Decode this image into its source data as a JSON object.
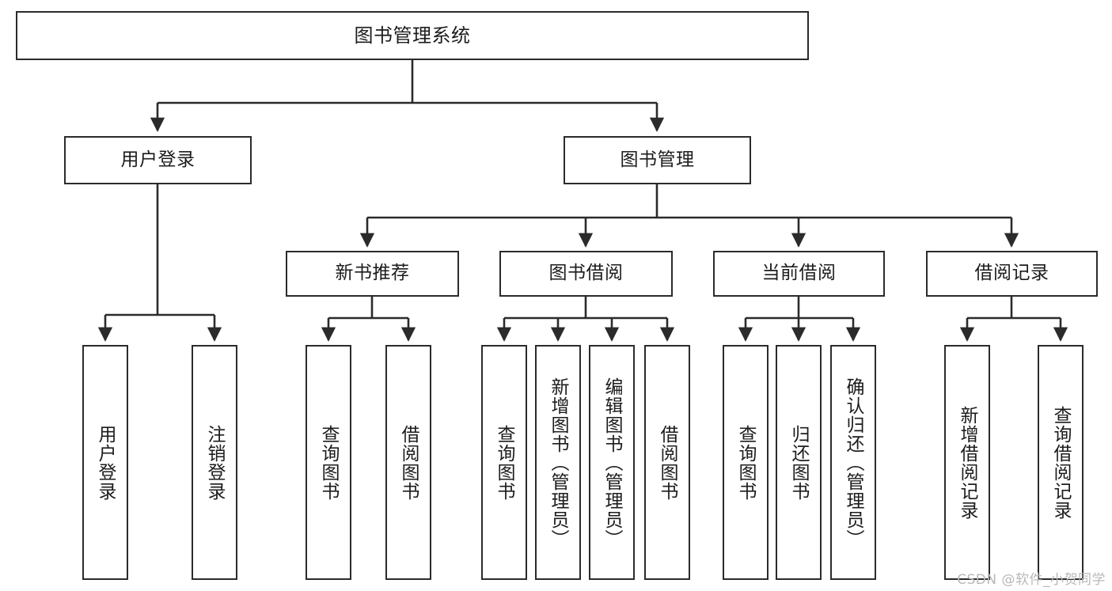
{
  "diagram": {
    "type": "tree-hierarchy-flowchart",
    "title": "图书管理系统",
    "style": {
      "box_border_color": "#2b2b2b",
      "box_fill_color": "#ffffff",
      "connector_color": "#2b2b2b",
      "background": "#ffffff",
      "text_color": "#1c1c1c"
    },
    "levels": {
      "level1": [
        {
          "id": "root",
          "label": "图书管理系统"
        }
      ],
      "level2": [
        {
          "id": "user-login",
          "label": "用户登录"
        },
        {
          "id": "book-manage",
          "label": "图书管理"
        }
      ],
      "level3": [
        {
          "id": "new-book-rec",
          "label": "新书推荐"
        },
        {
          "id": "book-borrow",
          "label": "图书借阅"
        },
        {
          "id": "current-borrow",
          "label": "当前借阅"
        },
        {
          "id": "borrow-record",
          "label": "借阅记录"
        }
      ],
      "level4": [
        {
          "id": "leaf-user-login",
          "label": "用户登录",
          "parent": "user-login"
        },
        {
          "id": "leaf-user-logout",
          "label": "注销登录",
          "parent": "user-login"
        },
        {
          "id": "leaf-query-book-1",
          "label": "查询图书",
          "parent": "new-book-rec"
        },
        {
          "id": "leaf-borrow-book-1",
          "label": "借阅图书",
          "parent": "new-book-rec"
        },
        {
          "id": "leaf-query-book-2",
          "label": "查询图书",
          "parent": "book-borrow"
        },
        {
          "id": "leaf-add-book",
          "label": "新增图书（管理员）",
          "parent": "book-borrow"
        },
        {
          "id": "leaf-edit-book",
          "label": "编辑图书（管理员）",
          "parent": "book-borrow"
        },
        {
          "id": "leaf-borrow-book-2",
          "label": "借阅图书",
          "parent": "book-borrow"
        },
        {
          "id": "leaf-query-book-3",
          "label": "查询图书",
          "parent": "current-borrow"
        },
        {
          "id": "leaf-return-book",
          "label": "归还图书",
          "parent": "current-borrow"
        },
        {
          "id": "leaf-confirm-return",
          "label": "确认归还（管理员）",
          "parent": "current-borrow"
        },
        {
          "id": "leaf-add-record",
          "label": "新增借阅记录",
          "parent": "borrow-record"
        },
        {
          "id": "leaf-query-record",
          "label": "查询借阅记录",
          "parent": "borrow-record"
        }
      ]
    },
    "edges": [
      {
        "from": "root",
        "to": "user-login"
      },
      {
        "from": "root",
        "to": "book-manage"
      },
      {
        "from": "user-login",
        "to": "leaf-user-login"
      },
      {
        "from": "user-login",
        "to": "leaf-user-logout"
      },
      {
        "from": "book-manage",
        "to": "new-book-rec"
      },
      {
        "from": "book-manage",
        "to": "book-borrow"
      },
      {
        "from": "book-manage",
        "to": "current-borrow"
      },
      {
        "from": "book-manage",
        "to": "borrow-record"
      },
      {
        "from": "new-book-rec",
        "to": "leaf-query-book-1"
      },
      {
        "from": "new-book-rec",
        "to": "leaf-borrow-book-1"
      },
      {
        "from": "book-borrow",
        "to": "leaf-query-book-2"
      },
      {
        "from": "book-borrow",
        "to": "leaf-add-book"
      },
      {
        "from": "book-borrow",
        "to": "leaf-edit-book"
      },
      {
        "from": "book-borrow",
        "to": "leaf-borrow-book-2"
      },
      {
        "from": "current-borrow",
        "to": "leaf-query-book-3"
      },
      {
        "from": "current-borrow",
        "to": "leaf-return-book"
      },
      {
        "from": "current-borrow",
        "to": "leaf-confirm-return"
      },
      {
        "from": "borrow-record",
        "to": "leaf-add-record"
      },
      {
        "from": "borrow-record",
        "to": "leaf-query-record"
      }
    ]
  },
  "watermark": {
    "text": "CSDN @软件_小贺同学"
  }
}
